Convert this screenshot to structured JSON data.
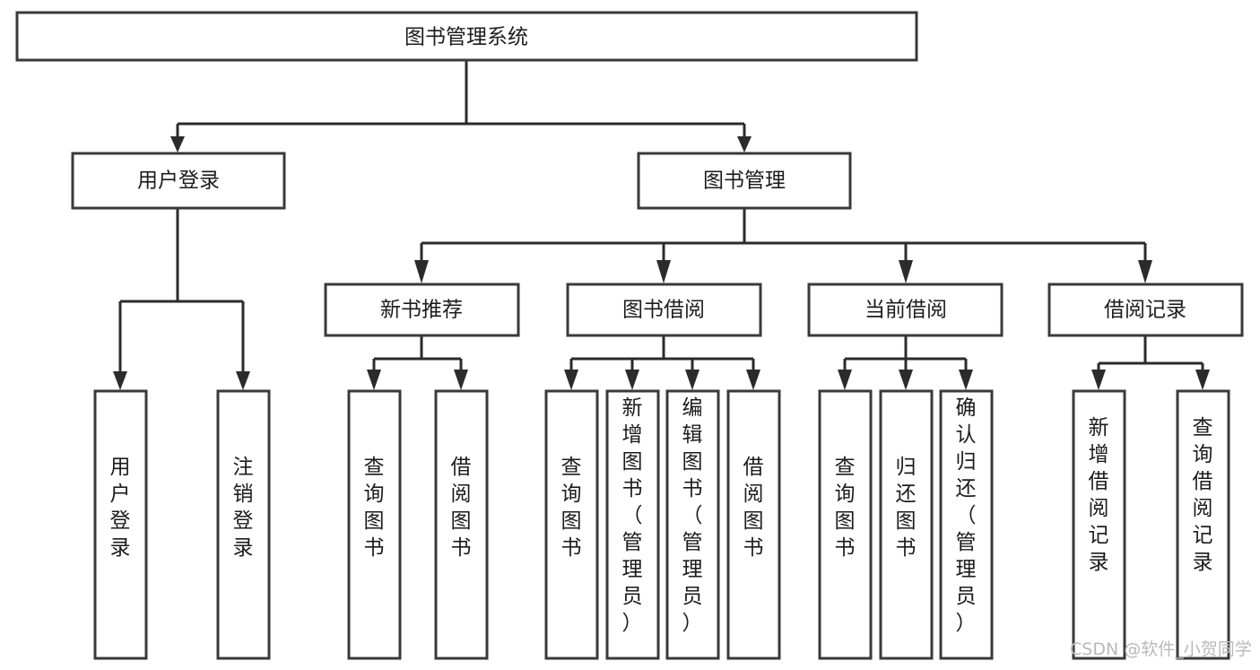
{
  "diagram": {
    "type": "tree",
    "title": "图书管理系统",
    "orientation": "top-down",
    "background_color": "#ffffff",
    "line_color": "#2b2b2b",
    "box_stroke_color": "#3a3a3a",
    "text_color": "#1c1c1c",
    "root": {
      "id": "root",
      "label": "图书管理系统",
      "text_direction": "horizontal"
    },
    "level2": [
      {
        "id": "user-login",
        "label": "用户登录",
        "text_direction": "horizontal"
      },
      {
        "id": "book-manage",
        "label": "图书管理",
        "text_direction": "horizontal"
      }
    ],
    "level3": [
      {
        "id": "new-book-rec",
        "label": "新书推荐",
        "parent": "book-manage",
        "text_direction": "horizontal"
      },
      {
        "id": "book-borrow",
        "label": "图书借阅",
        "parent": "book-manage",
        "text_direction": "horizontal"
      },
      {
        "id": "current-borrow",
        "label": "当前借阅",
        "parent": "book-manage",
        "text_direction": "horizontal"
      },
      {
        "id": "borrow-record",
        "label": "借阅记录",
        "parent": "book-manage",
        "text_direction": "horizontal"
      }
    ],
    "leaves": [
      {
        "id": "leaf-user-login",
        "label": "用户登录",
        "parent": "user-login",
        "text_direction": "vertical",
        "chars": [
          "用",
          "户",
          "登",
          "录"
        ]
      },
      {
        "id": "leaf-logout-login",
        "label": "注销登录",
        "parent": "user-login",
        "text_direction": "vertical",
        "chars": [
          "注",
          "销",
          "登",
          "录"
        ]
      },
      {
        "id": "leaf-query-book-rec",
        "label": "查询图书",
        "parent": "new-book-rec",
        "text_direction": "vertical",
        "chars": [
          "查",
          "询",
          "图",
          "书"
        ]
      },
      {
        "id": "leaf-borrow-book-rec",
        "label": "借阅图书",
        "parent": "new-book-rec",
        "text_direction": "vertical",
        "chars": [
          "借",
          "阅",
          "图",
          "书"
        ]
      },
      {
        "id": "leaf-query-book-borrow",
        "label": "查询图书",
        "parent": "book-borrow",
        "text_direction": "vertical",
        "chars": [
          "查",
          "询",
          "图",
          "书"
        ]
      },
      {
        "id": "leaf-add-book-admin",
        "label": "新增图书（管理员）",
        "parent": "book-borrow",
        "text_direction": "vertical",
        "chars": [
          "新",
          "增",
          "图",
          "书",
          "（",
          "管",
          "理",
          "员",
          "）"
        ]
      },
      {
        "id": "leaf-edit-book-admin",
        "label": "编辑图书（管理员）",
        "parent": "book-borrow",
        "text_direction": "vertical",
        "chars": [
          "编",
          "辑",
          "图",
          "书",
          "（",
          "管",
          "理",
          "员",
          "）"
        ]
      },
      {
        "id": "leaf-borrow-book",
        "label": "借阅图书",
        "parent": "book-borrow",
        "text_direction": "vertical",
        "chars": [
          "借",
          "阅",
          "图",
          "书"
        ]
      },
      {
        "id": "leaf-query-book-current",
        "label": "查询图书",
        "parent": "current-borrow",
        "text_direction": "vertical",
        "chars": [
          "查",
          "询",
          "图",
          "书"
        ]
      },
      {
        "id": "leaf-return-book",
        "label": "归还图书",
        "parent": "current-borrow",
        "text_direction": "vertical",
        "chars": [
          "归",
          "还",
          "图",
          "书"
        ]
      },
      {
        "id": "leaf-confirm-return-admin",
        "label": "确认归还（管理员）",
        "parent": "current-borrow",
        "text_direction": "vertical",
        "chars": [
          "确",
          "认",
          "归",
          "还",
          "（",
          "管",
          "理",
          "员",
          "）"
        ]
      },
      {
        "id": "leaf-add-borrow-record",
        "label": "新增借阅记录",
        "parent": "borrow-record",
        "text_direction": "vertical",
        "chars": [
          "新",
          "增",
          "借",
          "阅",
          "记",
          "录"
        ]
      },
      {
        "id": "leaf-query-borrow-record",
        "label": "查询借阅记录",
        "parent": "borrow-record",
        "text_direction": "vertical",
        "chars": [
          "查",
          "询",
          "借",
          "阅",
          "记",
          "录"
        ]
      }
    ]
  },
  "watermark": {
    "text": "CSDN @软件_小贺同学",
    "color": "#b9b9b9"
  }
}
